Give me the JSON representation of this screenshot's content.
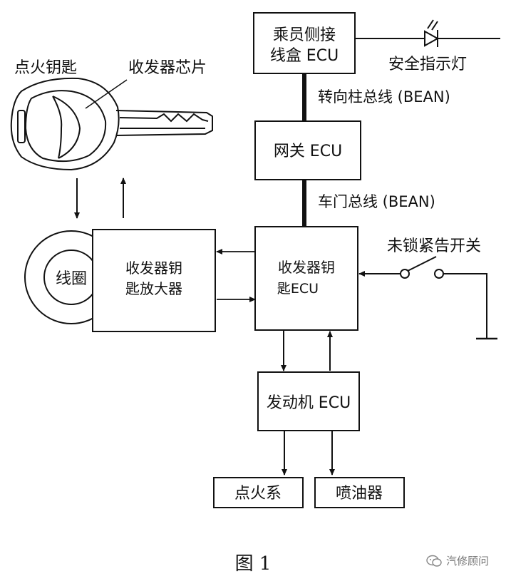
{
  "labels": {
    "ignition_key": "点火钥匙",
    "transponder_chip": "收发器芯片",
    "coil": "线圈",
    "amplifier_line1": "收发器钥",
    "amplifier_line2": "匙放大器",
    "passenger_ecu_line1": "乘员侧接",
    "passenger_ecu_line2": "线盒 ECU",
    "security_light": "安全指示灯",
    "steering_bus": "转向柱总线 (BEAN)",
    "gateway_ecu": "网关 ECU",
    "door_bus": "车门总线 (BEAN)",
    "key_ecu_line1": "收发器钥",
    "key_ecu_line2": "匙ECU",
    "unlock_warning_switch": "未锁紧告开关",
    "engine_ecu": "发动机 ECU",
    "ignition_system": "点火系",
    "injector": "喷油器"
  },
  "caption": "图 1",
  "watermark": "汽修顾问"
}
